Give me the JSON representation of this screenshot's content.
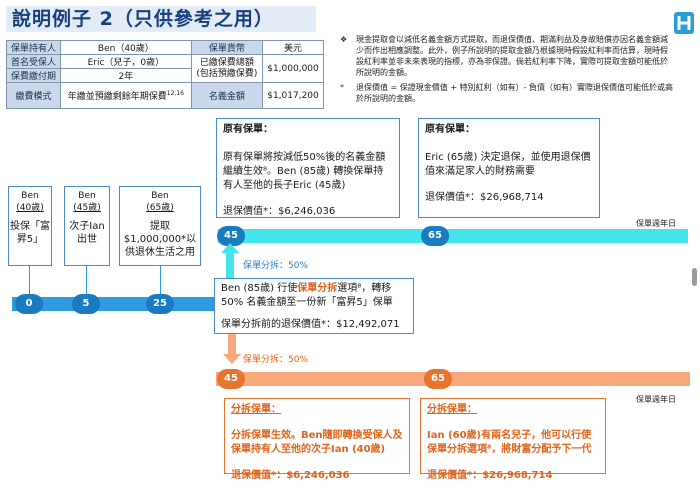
{
  "title": "說明例子 2（只供參考之用）",
  "summary": {
    "row1": [
      "保單持有人",
      "Ben（40歲）",
      "保單貨幣",
      "美元"
    ],
    "row2": [
      "首名受保人",
      "Eric（兒子，0歲）",
      "已繳保費總額\n(包括預繳保費)",
      "$1,000,000"
    ],
    "row3": [
      "保費繳付期",
      "2年"
    ],
    "row4": [
      "繳費模式",
      "年繳並預繳剩餘年期保費",
      "12,16",
      "名義金額",
      "$1,017,200"
    ]
  },
  "notes": {
    "bullet1": "❖",
    "note1": "現金提取會以減低名義金額方式提取，而退保價值、期滿利益及身故賠償亦因名義金額減少而作出相應調整。此外，例子所說明的提取金額乃根據現時假設紅利率而估算，現時假設紅利率並非未來表現的指標，亦為非保證。倘若紅利率下降，實際可提取金額可能低於所說明的金額。",
    "bullet2": "*",
    "note2": "退保價值 = 保證現金價值 + 特別紅利（如有）- 負債（如有）實際退保價值可能低於或高於所說明的金額。"
  },
  "timeline_blue": {
    "nodes": [
      "0",
      "5",
      "25"
    ]
  },
  "age_boxes": [
    {
      "name": "Ben",
      "age": "(40歲)",
      "event": "投保「富昇5」"
    },
    {
      "name": "Ben",
      "age": "(45歲)",
      "event": "次子Ian出世"
    },
    {
      "name": "Ben",
      "age": "(65歲)",
      "event": "提取$1,000,000*以供退休生活之用"
    }
  ],
  "original_policy": {
    "box1": {
      "header": "原有保單：",
      "body": "原有保單將按減低50%後的名義金額繼續生效⁸。Ben (85歲) 轉換保單持有人至他的長子Eric (45歲)",
      "value": "退保價值*：$6,246,036"
    },
    "box2": {
      "header": "原有保單：",
      "body": "Eric (65歲) 決定退保，並使用退保價值來滿足家人的財務需要",
      "value": "退保價值*：$26,968,714"
    },
    "nodes": [
      "45",
      "65"
    ],
    "end_label": "保單週年日",
    "split_label": "保單分拆：50%"
  },
  "split_event": {
    "line1_pre": "Ben (85歲) 行使",
    "line1_highlight": "保單分拆",
    "line1_post": "選項⁸，轉移",
    "line2": "50% 名義金額至一份新「富昇5」保單",
    "value": "保單分拆前的退保價值*：$12,492,071"
  },
  "split_policy": {
    "box1": {
      "header": "分拆保單：",
      "body": "分拆保單生效。Ben隨即轉換受保人及保單持有人至他的次子Ian (40歲)",
      "value": "退保價值*：$6,246,036"
    },
    "box2": {
      "header": "分拆保單：",
      "body": "Ian (60歲)有兩名兒子，他可以行使保單分拆選項⁸，將財富分配予下一代",
      "value": "退保價值*：$26,968,714"
    },
    "nodes": [
      "45",
      "65"
    ],
    "end_label": "保單週年日",
    "split_label": "保單分拆：50%"
  },
  "colors": {
    "blue": "#2d9be0",
    "cyan": "#45e4ec",
    "orange": "#e8742f",
    "title_bg": "#e3ecf6"
  }
}
